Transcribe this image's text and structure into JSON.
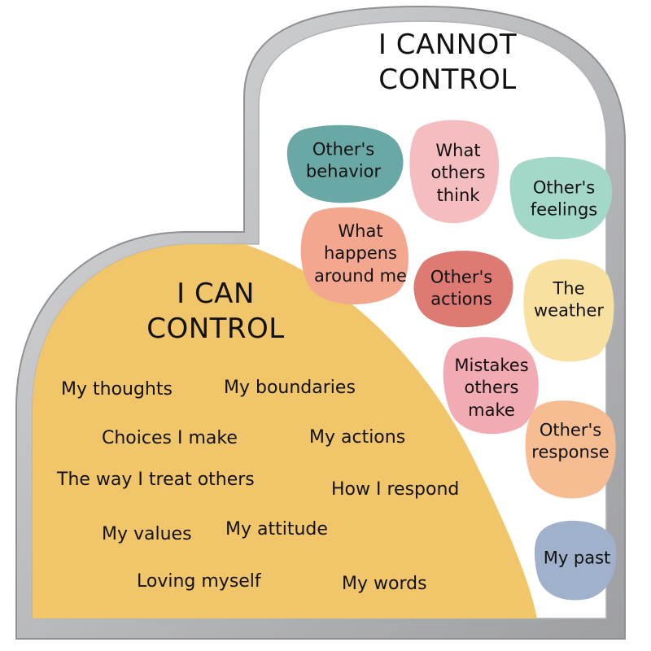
{
  "cannot": {
    "heading": "I CANNOT\nCONTROL",
    "items": [
      {
        "label": "Other's\nbehavior",
        "color": "#6aa8a6"
      },
      {
        "label": "What\nothers\nthink",
        "color": "#f4bdbf"
      },
      {
        "label": "Other's\nfeelings",
        "color": "#a3d8c9"
      },
      {
        "label": "What\nhappens\naround me",
        "color": "#f3a78f"
      },
      {
        "label": "Other's\nactions",
        "color": "#dc7a73"
      },
      {
        "label": "The\nweather",
        "color": "#f8e1a0"
      },
      {
        "label": "Mistakes\nothers\nmake",
        "color": "#f2aab3"
      },
      {
        "label": "Other's\nresponse",
        "color": "#f6bd92"
      },
      {
        "label": "My past",
        "color": "#9fb1cb"
      }
    ]
  },
  "can": {
    "heading": "I CAN\nCONTROL",
    "color": "#f1c66b",
    "items": [
      "My thoughts",
      "My boundaries",
      "Choices I make",
      "My actions",
      "The way I treat others",
      "How I respond",
      "My values",
      "My attitude",
      "Loving myself",
      "My words"
    ]
  },
  "frame_color": "#c7c8cb"
}
